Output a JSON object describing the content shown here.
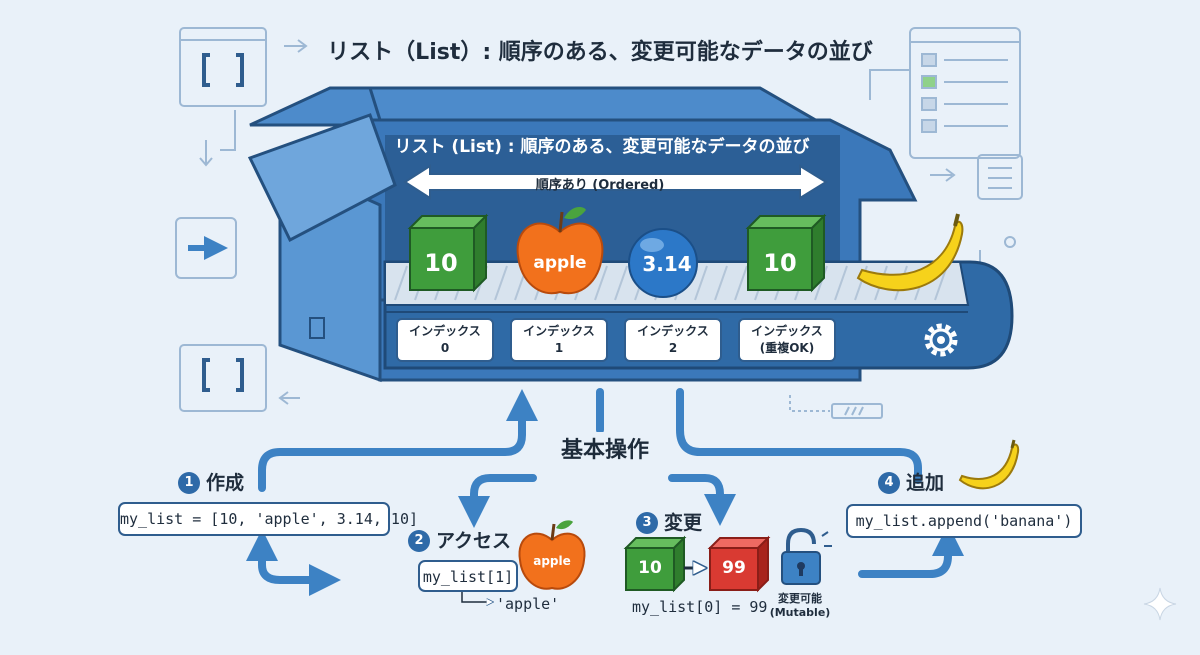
{
  "title": "リスト（List）: 順序のある、変更可能なデータの並び",
  "inner_title": "リスト (List) : 順序のある、変更可能なデータの並び",
  "ordered_label": "順序あり (Ordered)",
  "items": [
    {
      "label": "10",
      "index_line1": "インデックス",
      "index_line2": "0",
      "color": "#3f9d3c"
    },
    {
      "label": "apple",
      "index_line1": "インデックス",
      "index_line2": "1",
      "color": "#f2711c"
    },
    {
      "label": "3.14",
      "index_line1": "インデックス",
      "index_line2": "2",
      "color": "#2c78c8"
    },
    {
      "label": "10",
      "index_line1": "インデックス",
      "index_line2": "(重複OK)",
      "color": "#3f9d3c"
    }
  ],
  "operations_title": "基本操作",
  "operations": {
    "create": {
      "number": "1",
      "label": "作成",
      "code": "my_list = [10, 'apple', 3.14, 10]"
    },
    "access": {
      "number": "2",
      "label": "アクセス",
      "code": "my_list[1]",
      "result": "'apple'",
      "icon_text": "apple"
    },
    "change": {
      "number": "3",
      "label": "変更",
      "old_value": "10",
      "new_value": "99",
      "code": "my_list[0] = 99",
      "mutable_line1": "変更可能",
      "mutable_line2": "(Mutable)"
    },
    "append": {
      "number": "4",
      "label": "追加",
      "code": "my_list.append('banana')"
    }
  },
  "colors": {
    "box": "#3b78ba",
    "box_dark": "#2c5f96",
    "green": "#3f9d3c",
    "red": "#d93a32",
    "orange": "#f2711c",
    "blue": "#2c78c8",
    "banana": "#f6d21b",
    "arrow": "#3d82c4"
  },
  "icons": [
    "bracket-list-icon",
    "arrow-right-icon",
    "document-list-icon",
    "gear-icon",
    "unlock-icon",
    "sparkle-icon",
    "banana-icon",
    "apple-icon"
  ]
}
